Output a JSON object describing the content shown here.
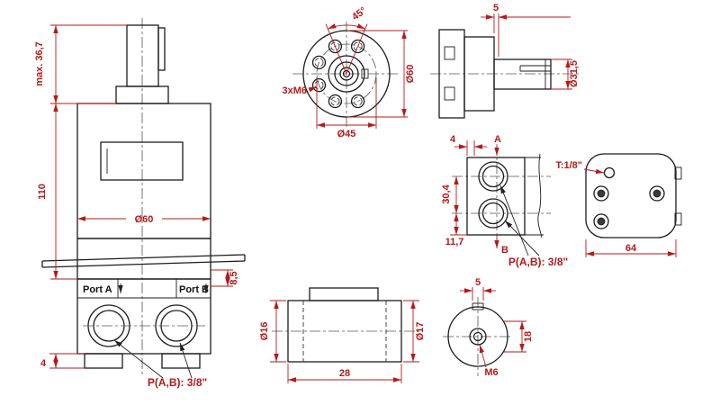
{
  "colors": {
    "dimension": "#b51919",
    "line": "#1c1c1c",
    "background": "#ffffff"
  },
  "views": {
    "front": {
      "dim_shaft_height": "max. 36,7",
      "dim_body_height": "110",
      "dim_body_diameter": "Ø60",
      "dim_foot": "4",
      "dim_plate_offset": "8,5",
      "port_a_label": "Port A",
      "port_b_label": "Port B",
      "ports_thread_label": "P(A,B): 3/8\""
    },
    "face": {
      "dim_bolt_angle": "45°",
      "dim_outer_diameter": "Ø60",
      "bolt_thread_label": "3xM6",
      "dim_bolt_circle": "Ø45"
    },
    "shaft_side": {
      "dim_pilot": "5",
      "dim_shaft_diameter": "Ø31,5"
    },
    "ports": {
      "port_a_arrow": "A",
      "dim_offset": "4",
      "dim_port_spacing": "30,4",
      "dim_port_bottom": "11,7",
      "port_b_arrow": "B",
      "ports_thread_label": "P(A,B): 3/8\""
    },
    "rear": {
      "drain_thread_label": "T:1/8\"",
      "dim_width": "64"
    },
    "cylinder": {
      "dim_left_diameter": "Ø16",
      "dim_right_diameter": "Ø17",
      "dim_length": "28"
    },
    "end": {
      "dim_slot": "5",
      "dim_offset": "18",
      "thread_label": "M6"
    }
  }
}
